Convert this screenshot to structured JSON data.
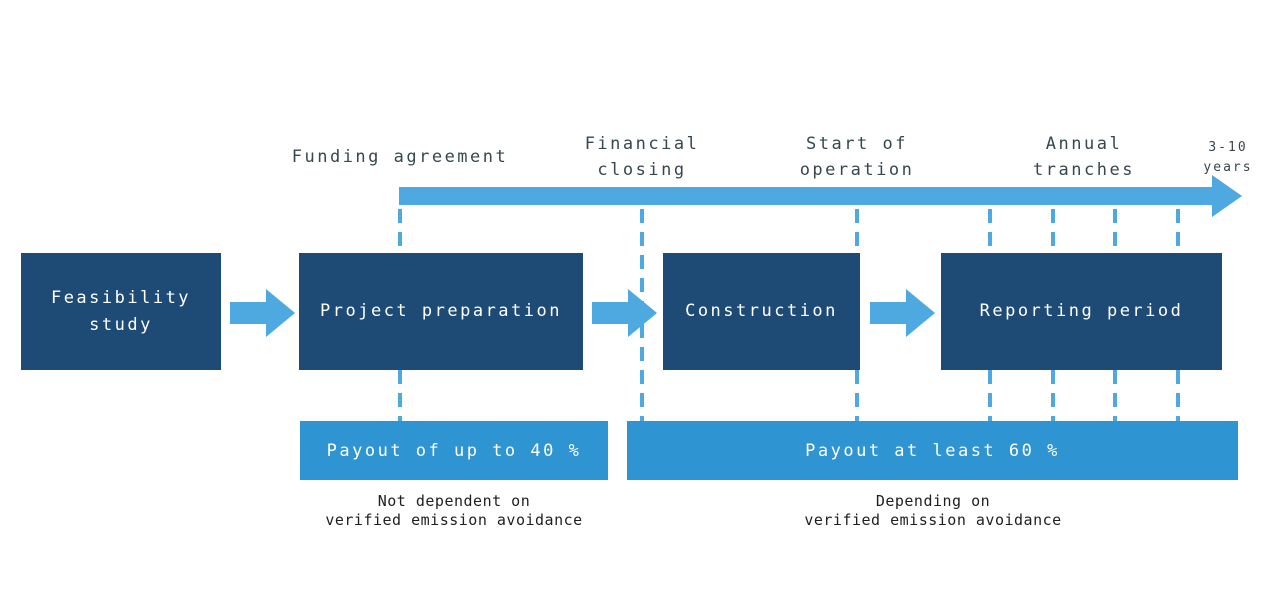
{
  "colors": {
    "stage_box": "#1E4B75",
    "arrow_light_blue": "#4DA9DF",
    "payout_bar": "#2E94D2",
    "timeline_label_text": "#37474F",
    "note_text": "#1F1F1F",
    "box_text": "#FFFFFF"
  },
  "timeline": {
    "events": [
      {
        "label": "Funding agreement"
      },
      {
        "label": "Financial\nclosing"
      },
      {
        "label": "Start of\noperation"
      },
      {
        "label": "Annual\ntranches"
      }
    ],
    "duration_label": "3-10\nyears"
  },
  "stages": [
    {
      "label": "Feasibility\nstudy"
    },
    {
      "label": "Project preparation"
    },
    {
      "label": "Construction"
    },
    {
      "label": "Reporting period"
    }
  ],
  "payouts": [
    {
      "label": "Payout of up to 40 %",
      "note": "Not dependent on\nverified emission avoidance"
    },
    {
      "label": "Payout at least 60 %",
      "note": "Depending on\nverified emission avoidance"
    }
  ]
}
